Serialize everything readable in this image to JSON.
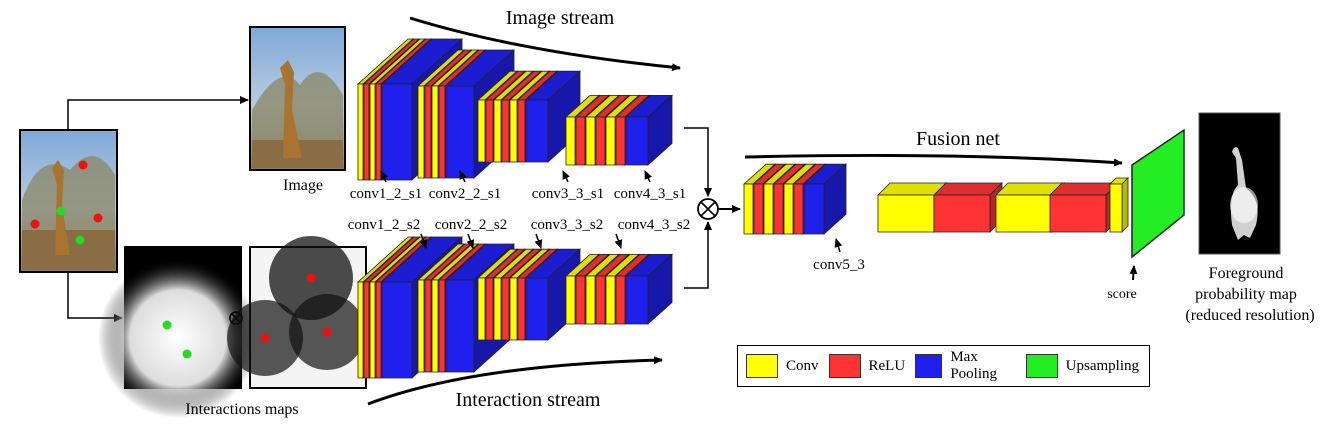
{
  "colors": {
    "conv": "#ffff00",
    "relu": "#ff3333",
    "max_pooling": "#2020ee",
    "upsampling": "#22ee22"
  },
  "labels": {
    "image": "Image",
    "interactions_maps": "Interactions maps",
    "image_stream": "Image stream",
    "interaction_stream": "Interaction stream",
    "fusion_net": "Fusion net",
    "score": "score",
    "output_line1": "Foreground",
    "output_line2": "probability map",
    "output_line3": "(reduced resolution)",
    "product_symbol": "⊗"
  },
  "stream1_layers": [
    "conv1_2_s1",
    "conv2_2_s1",
    "conv3_3_s1",
    "conv4_3_s1"
  ],
  "stream2_layers": [
    "conv1_2_s2",
    "conv2_2_s2",
    "conv3_3_s2",
    "conv4_3_s2"
  ],
  "fusion_layer": "conv5_3",
  "legend": [
    {
      "key": "conv",
      "label": "Conv"
    },
    {
      "key": "relu",
      "label": "ReLU"
    },
    {
      "key": "max_pooling",
      "label": "Max Pooling"
    },
    {
      "key": "upsampling",
      "label": "Upsampling"
    }
  ]
}
